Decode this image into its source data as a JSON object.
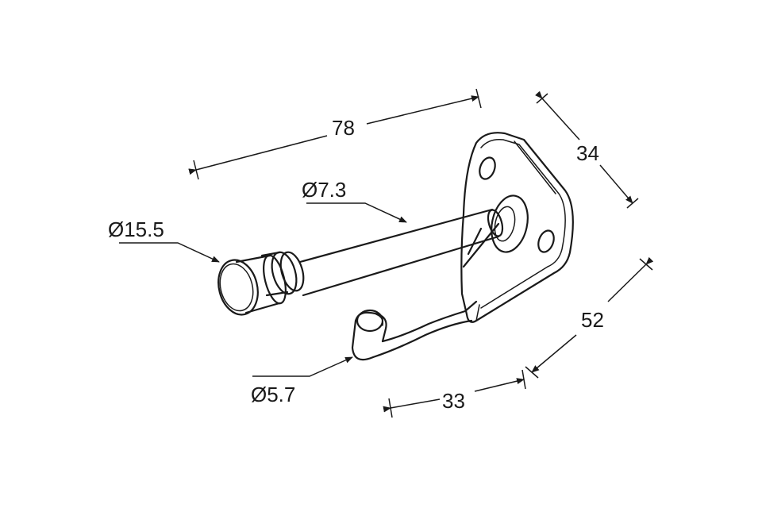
{
  "dimensions": {
    "length": "78",
    "plate_width": "34",
    "plate_height": "52",
    "hook_depth": "33",
    "rod_diameter": "Ø7.3",
    "knob_diameter": "Ø15.5",
    "hook_diameter": "Ø5.7"
  },
  "colors": {
    "line": "#1a1a1a",
    "background": "#ffffff"
  }
}
